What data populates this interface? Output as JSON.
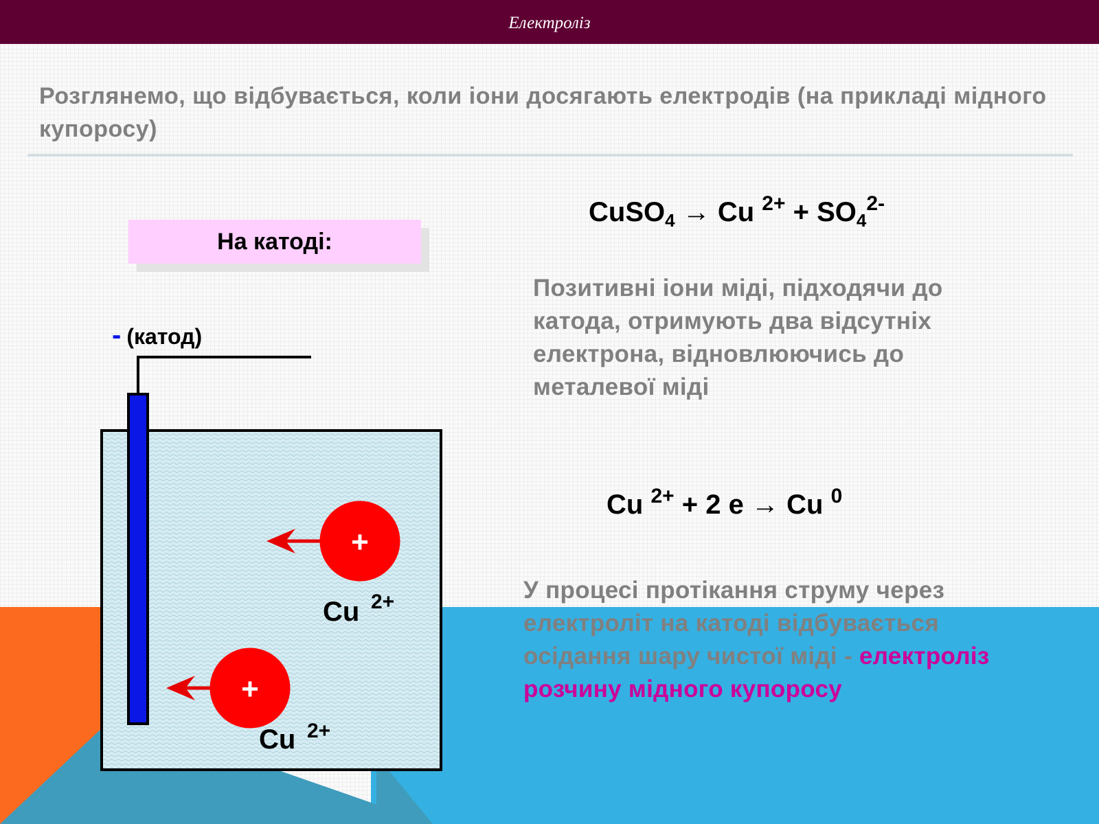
{
  "header": {
    "title": "Електроліз"
  },
  "heading": "Розглянемо, що відбувається, коли іони досягають електродів (на прикладі мідного купоросу)",
  "diagram": {
    "label_box": "На катоді:",
    "cathode_sign": "-",
    "cathode_label": "(катод)",
    "ion_symbol": "Cu",
    "ion_charge": "2+",
    "ion_sign": "+"
  },
  "equation1": {
    "lhs": "CuSO",
    "lhs_sub": "4",
    "arrow": "→",
    "cu": "Cu",
    "cu_charge": "2+",
    "plus": "+",
    "so": "SO",
    "so_sub": "4",
    "so_charge": "2-"
  },
  "description": "Позитивні іони міді, підходячи до катода, отримують два відсутніх електрона, відновлюючись до металевої міді",
  "equation2": {
    "cu": "Cu",
    "cu_charge": "2+",
    "mid": "+ 2 e",
    "arrow": "→",
    "product": "Cu",
    "product_charge": "0"
  },
  "conclusion": {
    "gray_part": "У процесі протікання струму через електроліт на катоді відбувається осідання шару чистої міді -",
    "magenta_part": "електроліз розчину мідного купоросу"
  }
}
